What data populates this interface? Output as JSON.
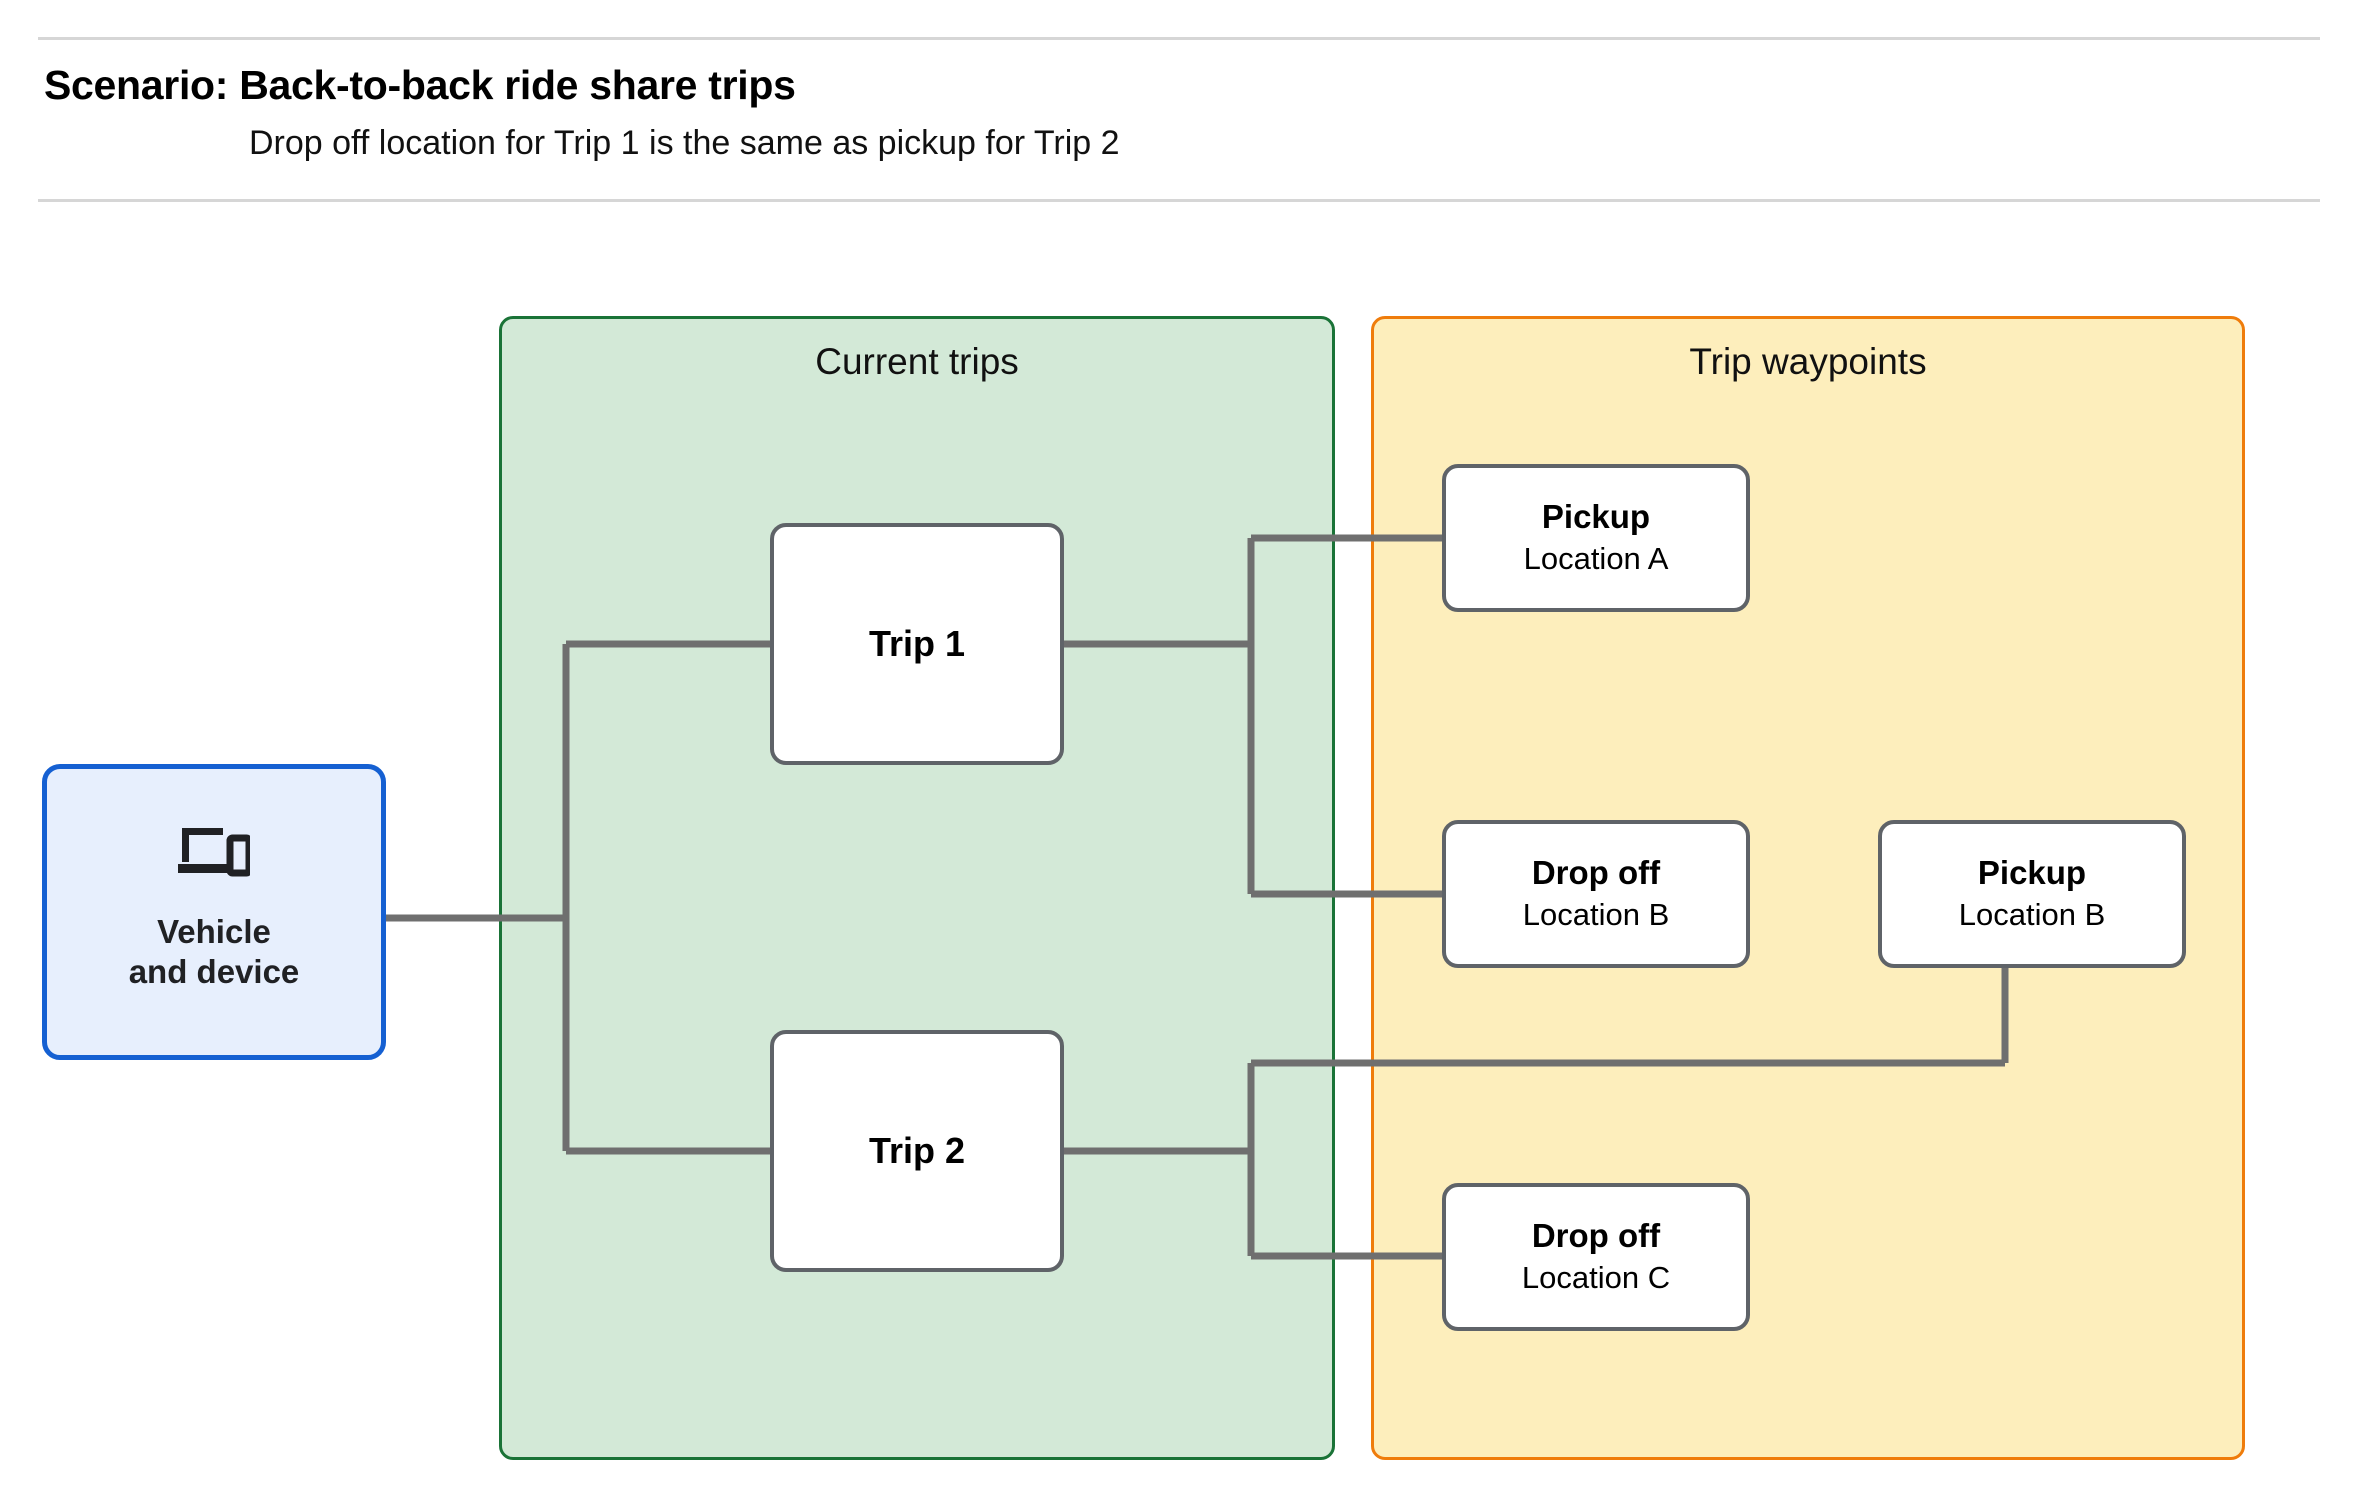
{
  "header": {
    "title": "Scenario: Back-to-back ride share trips",
    "subtitle": "Drop off  location for Trip 1 is the same as pickup for Trip 2"
  },
  "colors": {
    "trips_panel_fill": "#d3e9d7",
    "trips_panel_border": "#1a7337",
    "waypoints_panel_fill": "#fdeebc",
    "waypoints_panel_border": "#ef7c0b",
    "vehicle_fill": "#e7effd",
    "vehicle_border": "#1560d2",
    "node_border": "#5f6368",
    "connector": "#6f6f6f",
    "rule": "#d6d6d6"
  },
  "vehicle": {
    "icon": "devices-icon",
    "label": "Vehicle\nand device"
  },
  "panels": {
    "trips": {
      "title": "Current trips"
    },
    "waypoints": {
      "title": "Trip waypoints"
    }
  },
  "trips": [
    {
      "id": "trip1",
      "label": "Trip 1"
    },
    {
      "id": "trip2",
      "label": "Trip 2"
    }
  ],
  "waypoints": [
    {
      "id": "pickup-a",
      "type": "Pickup",
      "location": "Location A"
    },
    {
      "id": "dropoff-b",
      "type": "Drop off",
      "location": "Location B"
    },
    {
      "id": "pickup-b",
      "type": "Pickup",
      "location": "Location B"
    },
    {
      "id": "dropoff-c",
      "type": "Drop off",
      "location": "Location C"
    }
  ],
  "connections": [
    {
      "from": "vehicle",
      "to": "trip1"
    },
    {
      "from": "vehicle",
      "to": "trip2"
    },
    {
      "from": "trip1",
      "to": "pickup-a"
    },
    {
      "from": "trip1",
      "to": "dropoff-b"
    },
    {
      "from": "trip2",
      "to": "pickup-b"
    },
    {
      "from": "trip2",
      "to": "dropoff-c"
    }
  ]
}
